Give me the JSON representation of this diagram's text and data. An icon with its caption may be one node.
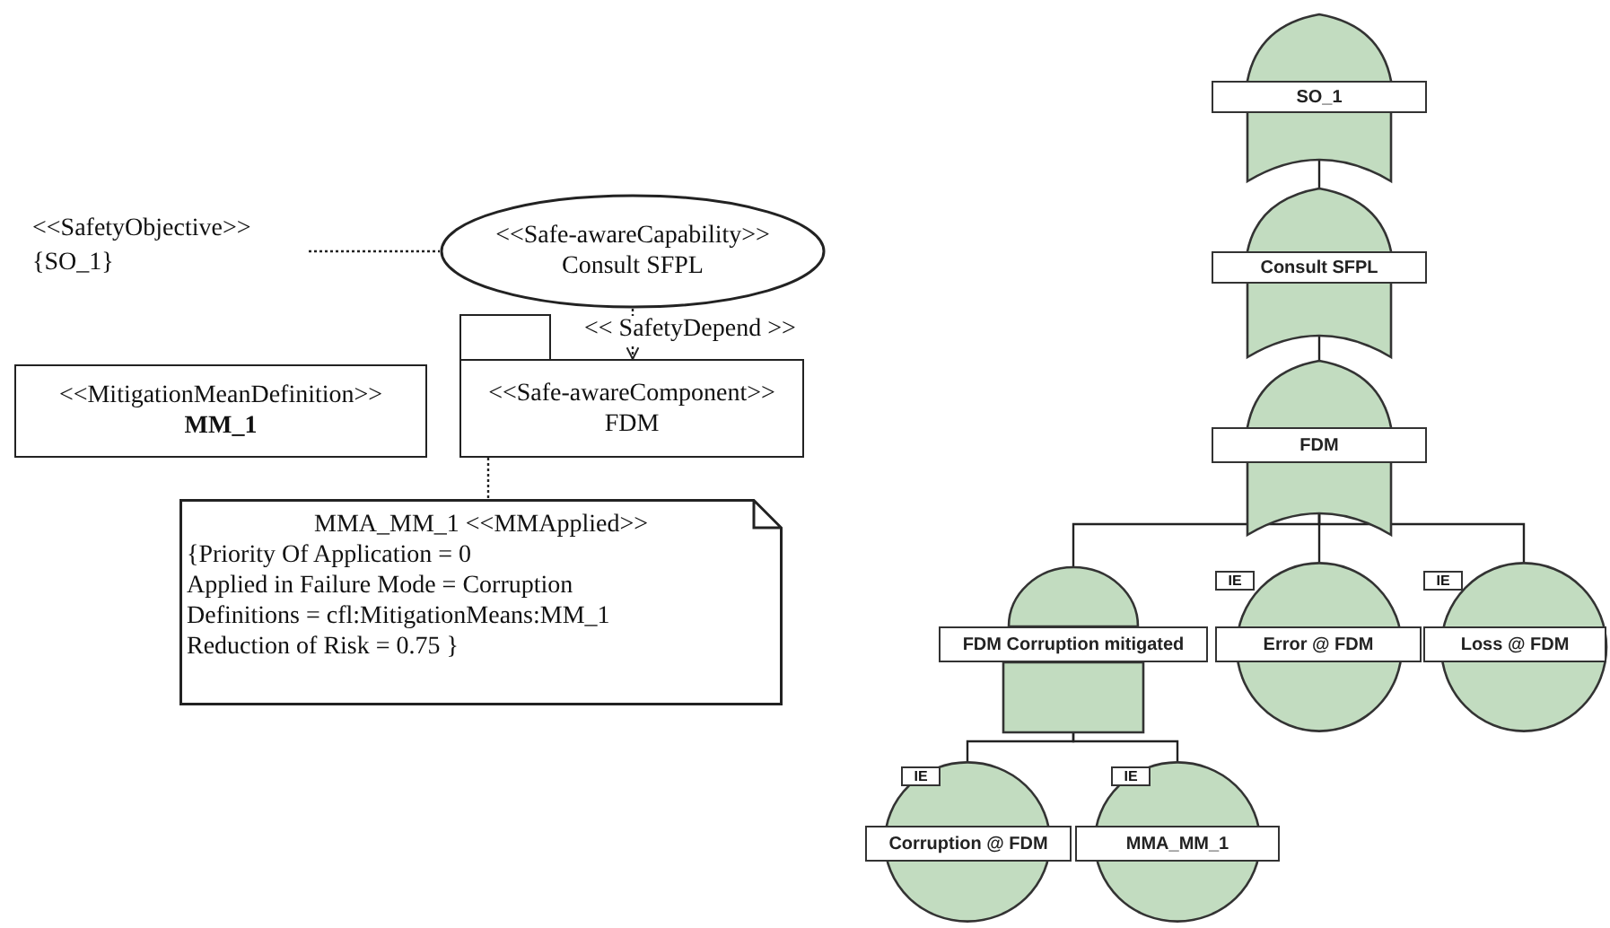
{
  "diagram": {
    "nodes": [
      {
        "text": [
          "<<SafetyObjective>>",
          "{SO_1}"
        ]
      },
      {
        "text": [
          "<<Safe-awareCapability>>",
          "Consult SFPL"
        ]
      },
      {
        "text": [
          "<<Safe-awareComponent>>",
          "FDM"
        ]
      },
      {
        "text": [
          "<<MitigationMeanDefinition>>",
          "MM_1"
        ]
      },
      {
        "text": [
          "MMA_MM_1 <<MMApplied>>",
          "{Priority Of Application = 0",
          "Applied in Failure Mode = Corruption",
          "Definitions = cfl:MitigationMeans:MM_1",
          "Reduction of Risk = 0.75 }"
        ]
      },
      {
        "text": [
          "SO_1"
        ]
      },
      {
        "text": [
          "Consult SFPL"
        ]
      },
      {
        "text": [
          "FDM"
        ]
      },
      {
        "text": [
          "FDM Corruption mitigated"
        ]
      },
      {
        "text": [
          "Error @ FDM"
        ],
        "beside": [
          "IE"
        ]
      },
      {
        "text": [
          "Loss @ FDM"
        ],
        "beside": [
          "IE"
        ]
      },
      {
        "text": [
          "Corruption @ FDM"
        ],
        "beside": [
          "IE"
        ]
      },
      {
        "text": [
          "MMA_MM_1"
        ],
        "beside": [
          "IE"
        ]
      }
    ],
    "edges": [
      {
        "from": 0,
        "to": 1,
        "arrow": "none",
        "style": "dashed"
      },
      {
        "from": 1,
        "to": 2,
        "arrow": "to",
        "style": "dashed",
        "label": "<< SafetyDepend >>"
      },
      {
        "from": 2,
        "to": 4,
        "arrow": "none",
        "style": "dashed"
      },
      {
        "from": 5,
        "to": 6,
        "arrow": "none"
      },
      {
        "from": 6,
        "to": 7,
        "arrow": "none"
      },
      {
        "from": 7,
        "to": 8,
        "arrow": "none"
      },
      {
        "from": 7,
        "to": 9,
        "arrow": "none"
      },
      {
        "from": 7,
        "to": 10,
        "arrow": "none"
      },
      {
        "from": 8,
        "to": 11,
        "arrow": "none"
      },
      {
        "from": 8,
        "to": 12,
        "arrow": "none"
      }
    ]
  }
}
